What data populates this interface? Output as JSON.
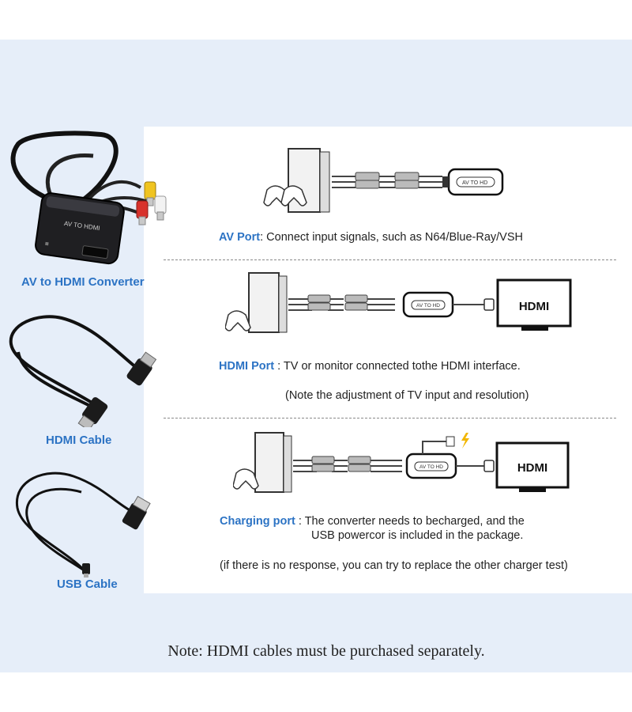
{
  "left": {
    "converter_label": "AV to HDMI Converter",
    "hdmi_cable_label": "HDMI Cable",
    "usb_cable_label": "USB Cable",
    "converter_print": "AV TO HDMI"
  },
  "rows": [
    {
      "device_label": "AV TO HD",
      "port": "AV Port",
      "sep": ":",
      "text": " Connect input signals, such as N64/Blue-Ray/VSH"
    },
    {
      "device_label": "AV TO HD",
      "tv_label": "HDMI",
      "port": "HDMI Port",
      "sep": " :",
      "text": " TV or monitor connected tothe HDMI interface.",
      "note": "(Note the adjustment of TV input and resolution)"
    },
    {
      "device_label": "AV TO HD",
      "tv_label": "HDMI",
      "port": "Charging port",
      "sep": " :",
      "text": " The converter needs to becharged, and the",
      "text2": "USB powercor is included in the package.",
      "note": "(if there is no response, you can try to replace the other charger test)"
    }
  ],
  "footer_note": "Note: HDMI cables must be purchased separately.",
  "colors": {
    "accent": "#2c73c4",
    "band": "#e6eef9",
    "rca_red": "#d8322c",
    "rca_white": "#f2f2f2",
    "rca_yellow": "#f0c420"
  }
}
